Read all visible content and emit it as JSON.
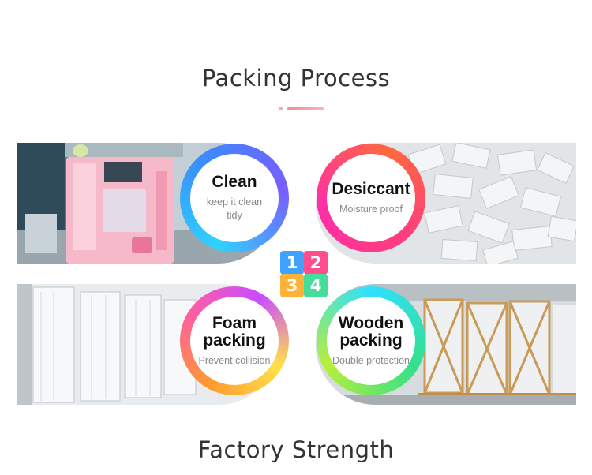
{
  "page": {
    "title": "Packing Process",
    "footer_title": "Factory Strength"
  },
  "steps": [
    {
      "number": "1",
      "title": "Clean",
      "subtitle": "keep it clean tidy",
      "accent": "#3b8cff"
    },
    {
      "number": "2",
      "title": "Desiccant",
      "subtitle": "Moisture proof",
      "accent": "#ff3d7f"
    },
    {
      "number": "3",
      "title": "Foam packing",
      "subtitle": "Prevent collision",
      "accent": "#ff9a2f"
    },
    {
      "number": "4",
      "title": "Wooden packing",
      "subtitle": "Double protection",
      "accent": "#33e08a"
    }
  ],
  "colors": {
    "title": "#333333",
    "divider": "#f38aa0"
  }
}
